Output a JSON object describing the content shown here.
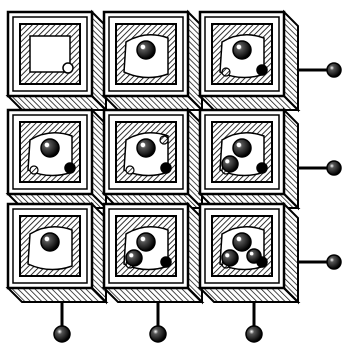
{
  "diagram": {
    "rows": 3,
    "cols": 3,
    "cells": [
      {
        "balls": 0,
        "notch": "window"
      },
      {
        "balls": 1,
        "notch": "side"
      },
      {
        "balls": 1,
        "notch": "dots"
      },
      {
        "balls": 1,
        "notch": "dots"
      },
      {
        "balls": 1,
        "notch": "star"
      },
      {
        "balls": 2,
        "notch": "dots"
      },
      {
        "balls": 1,
        "notch": "side"
      },
      {
        "balls": 2,
        "notch": "dots"
      },
      {
        "balls": 3,
        "notch": "dots"
      }
    ],
    "right_connectors": 3,
    "bottom_connectors": 3,
    "colors": {
      "ink": "#000000",
      "paper": "#ffffff"
    }
  }
}
